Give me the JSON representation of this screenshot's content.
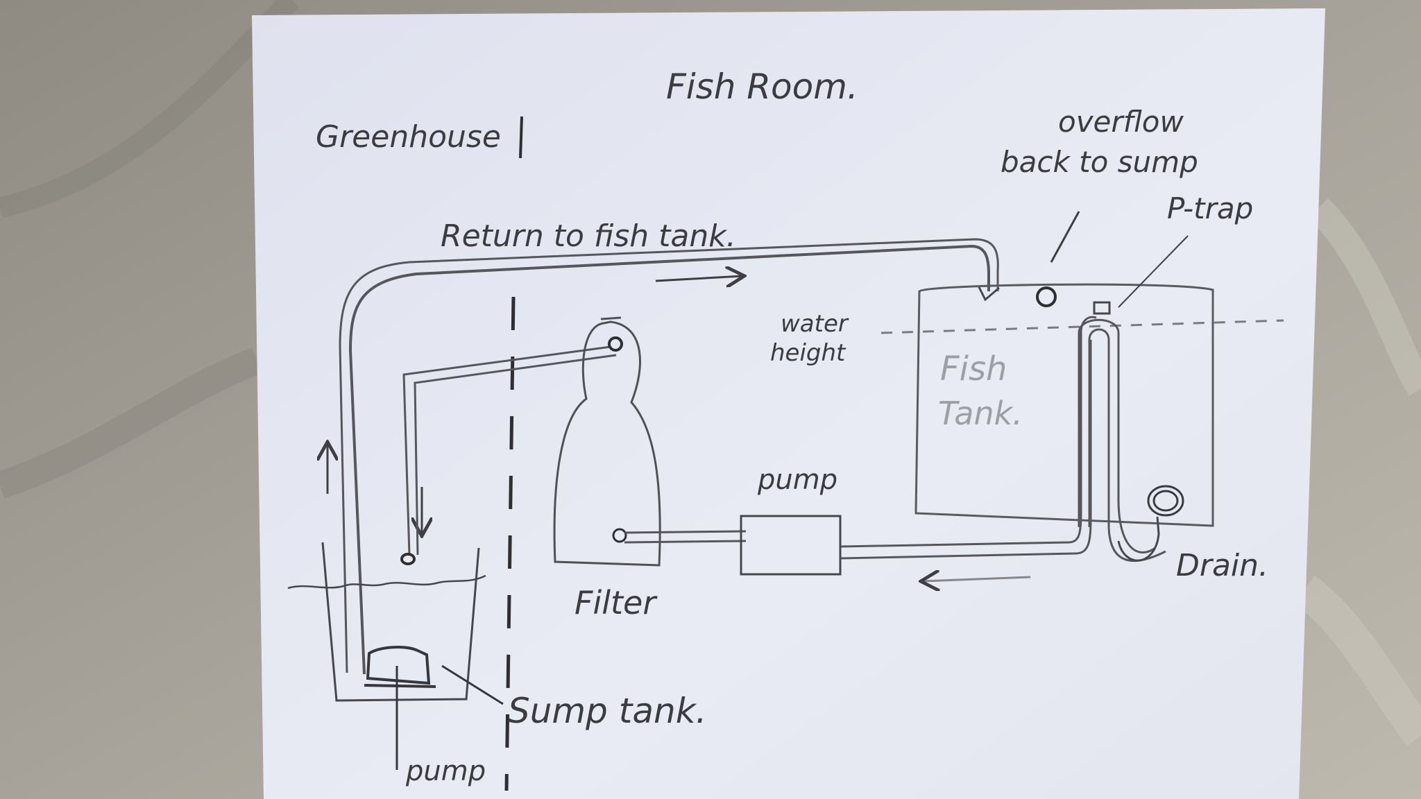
{
  "diagram": {
    "labels": {
      "fish_room": "Fish Room.",
      "greenhouse": "Greenhouse",
      "overflow_line1": "overflow",
      "overflow_line2": "back to sump",
      "p_trap": "P-trap",
      "return": "Return to fish tank.",
      "water_line1": "water",
      "water_line2": "height",
      "tank_line1": "Fish",
      "tank_line2": "Tank.",
      "pump_mid": "pump",
      "drain": "Drain.",
      "filter": "Filter",
      "sump": "Sump tank.",
      "pump_sump": "pump"
    }
  }
}
